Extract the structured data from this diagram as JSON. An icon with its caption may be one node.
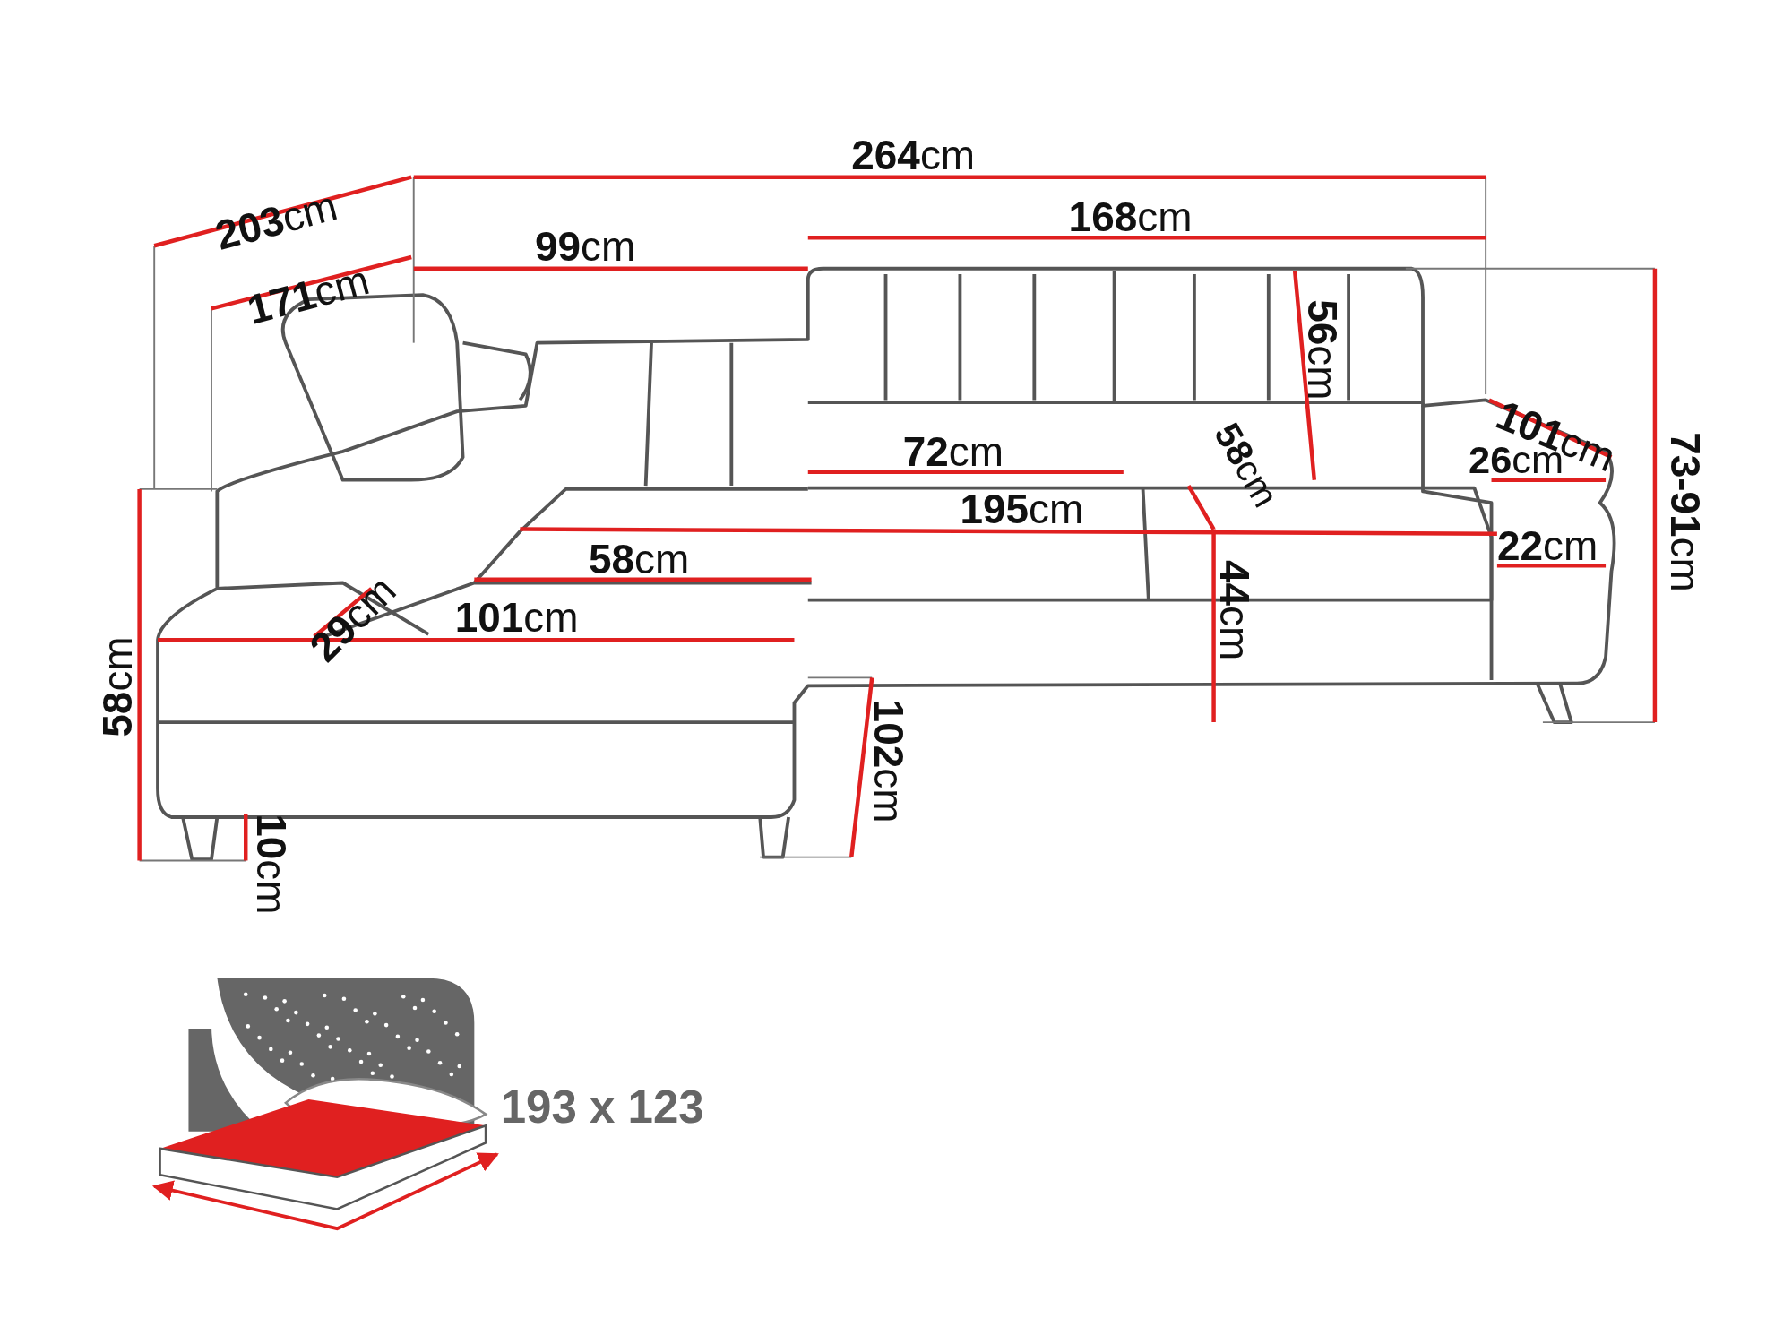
{
  "diagram": {
    "labels": [
      "**203**cm",
      "**264**cm",
      "**171**cm",
      "**99**cm",
      "**168**cm",
      "**56**cm",
      "**101**cm",
      "**72**cm",
      "**58**cm",
      "**26**cm",
      "**73-91**cm",
      "**195**cm",
      "**22**cm",
      "**29**cm",
      "**58**cm",
      "**101**cm",
      "**44**cm",
      "**58**cm",
      "**102**cm",
      "**10**cm",
      "193 x 123"
    ]
  }
}
